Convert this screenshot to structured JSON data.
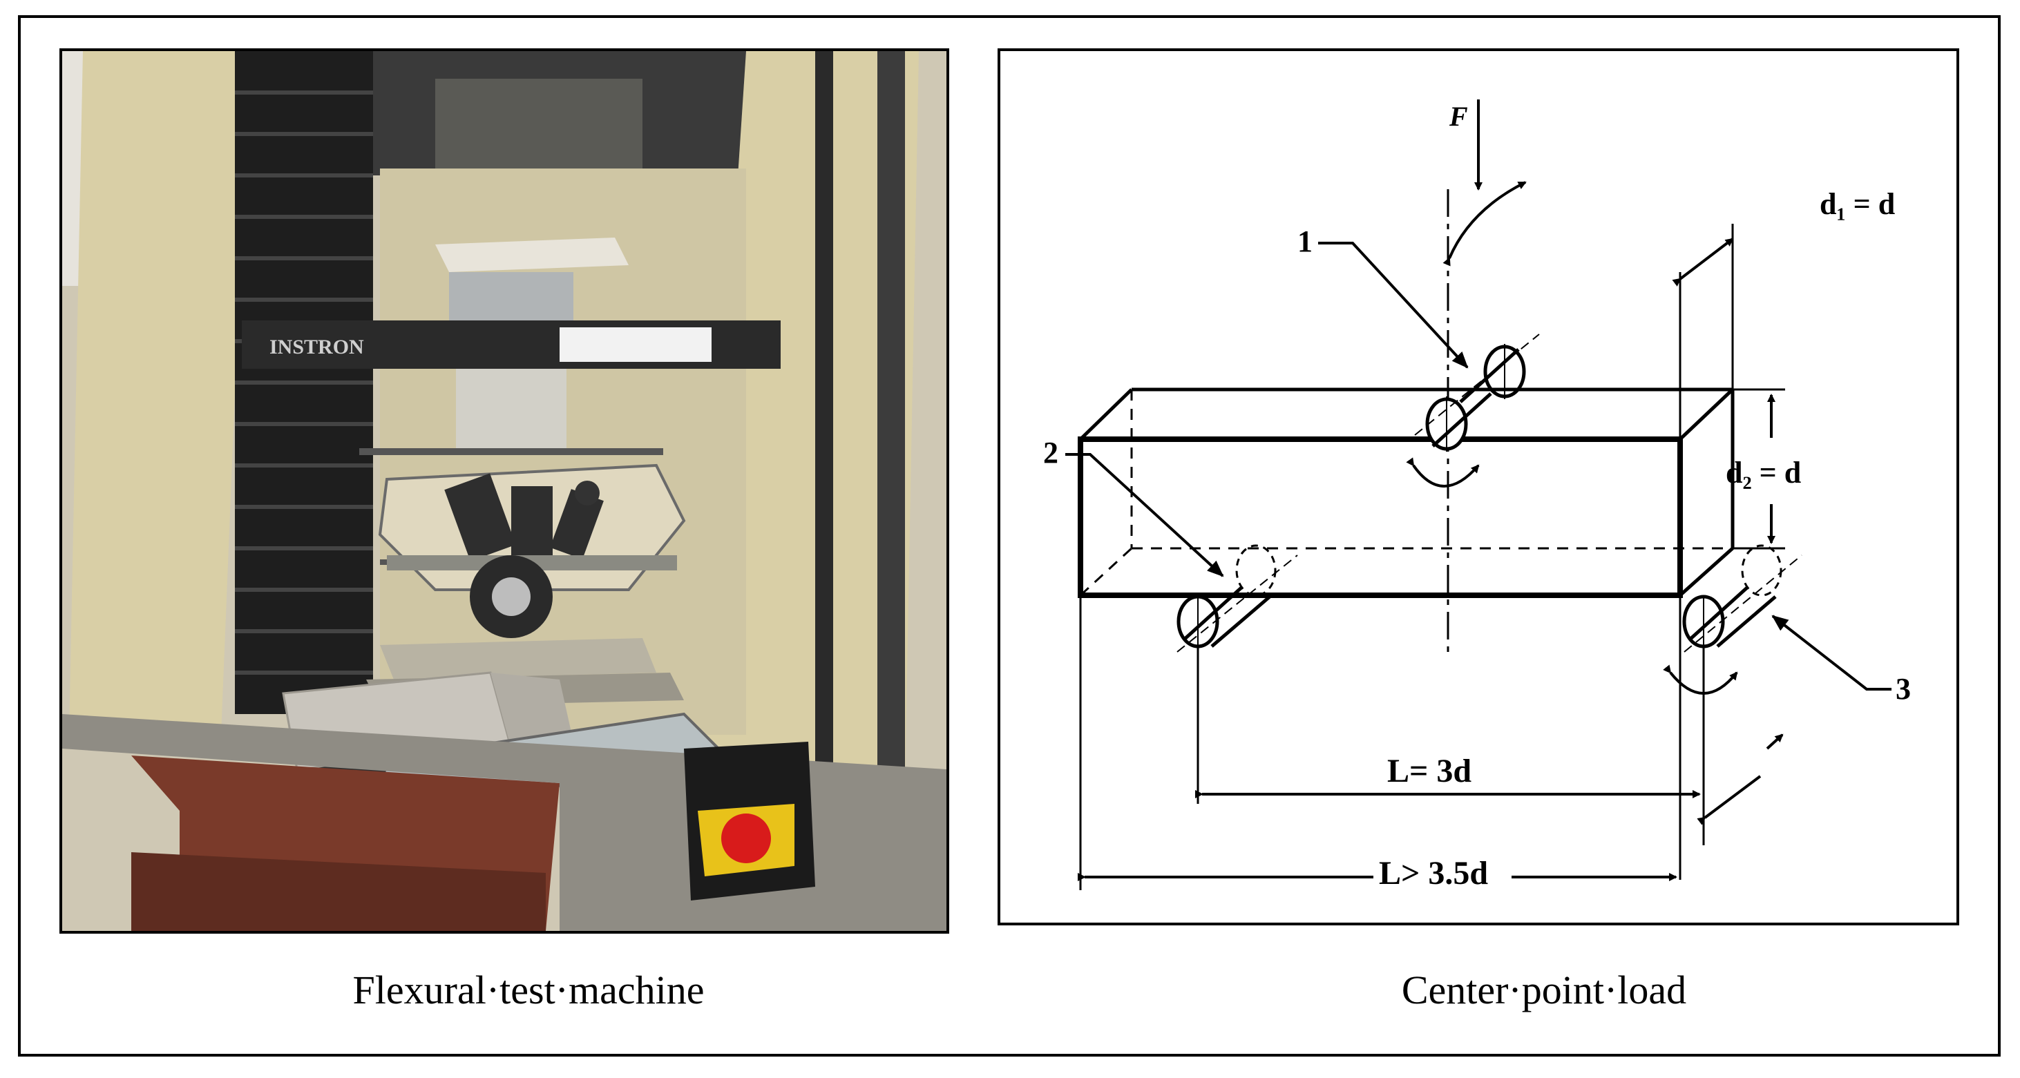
{
  "captions": {
    "left": "Flexural·test·machine",
    "right": "Center·point·load"
  },
  "diagram": {
    "force_label": "F",
    "callout_1": "1",
    "callout_2": "2",
    "callout_3": "3",
    "d1_label": "d₁ = d",
    "d2_label": "d₂ = d",
    "span_label": "L= 3d",
    "length_label": "L> 3.5d"
  },
  "photo": {
    "machine_label": "INSTRON"
  },
  "colors": {
    "frame_beige": "#d9cfa6",
    "bellows_black": "#1e1e1e",
    "emergency_red": "#d81b1b",
    "emergency_yellow": "#e8c21a",
    "base_rust": "#7a3a2a"
  }
}
